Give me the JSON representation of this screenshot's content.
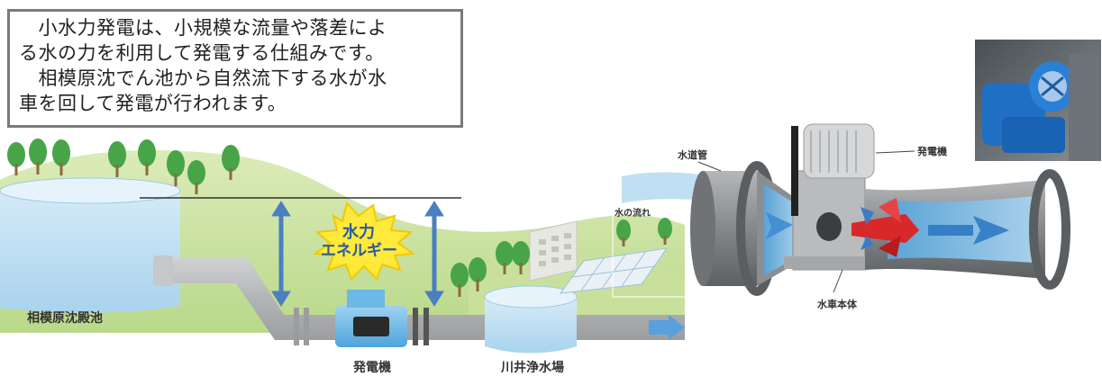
{
  "caption": {
    "lines": [
      "　小水力発電は、小規模な流量や落差によ",
      "る水の力を利用して発電する仕組みです。",
      "　相模原沈でん池から自然流下する水が水",
      "車を回して発電が行われます。"
    ]
  },
  "energy_burst": {
    "line1": "水力",
    "line2": "エネルギー"
  },
  "labels": {
    "sedimentation_pond": "相模原沈殿池",
    "generator_bottom": "発電機",
    "water_plant": "川井浄水場",
    "water_flow": "水の流れ",
    "penstock": "水道管",
    "generator_right": "発電機",
    "turbine_body": "水車本体"
  },
  "colors": {
    "sky_blue": "#bfe0f3",
    "hill_green": "#cfe3a8",
    "pipe_gray": "#b7b9bb",
    "arrow_blue": "#4a7fc0",
    "burst_yellow": "#ffe93a",
    "tree_green": "#45a447",
    "turbine_red": "#d8282a",
    "machine_blue": "#1f6fc4"
  }
}
